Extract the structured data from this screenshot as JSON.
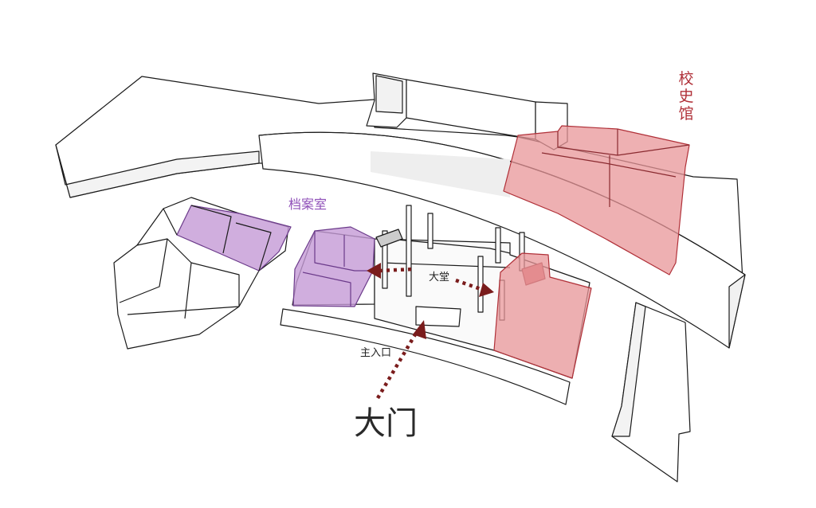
{
  "labels": {
    "history_museum": [
      "校",
      "史",
      "馆"
    ],
    "archive_room": "档案室",
    "lobby": "大堂",
    "main_entrance": "主入口",
    "gate": "大门"
  },
  "colors": {
    "history_museum": "#b03038",
    "history_fill": "#e89598",
    "archive": "#8f4fb8",
    "archive_fill": "#c49ad6",
    "arrow": "#7a1c1c",
    "line": "#1a1a1a",
    "gate_text": "#2a2a2a"
  }
}
